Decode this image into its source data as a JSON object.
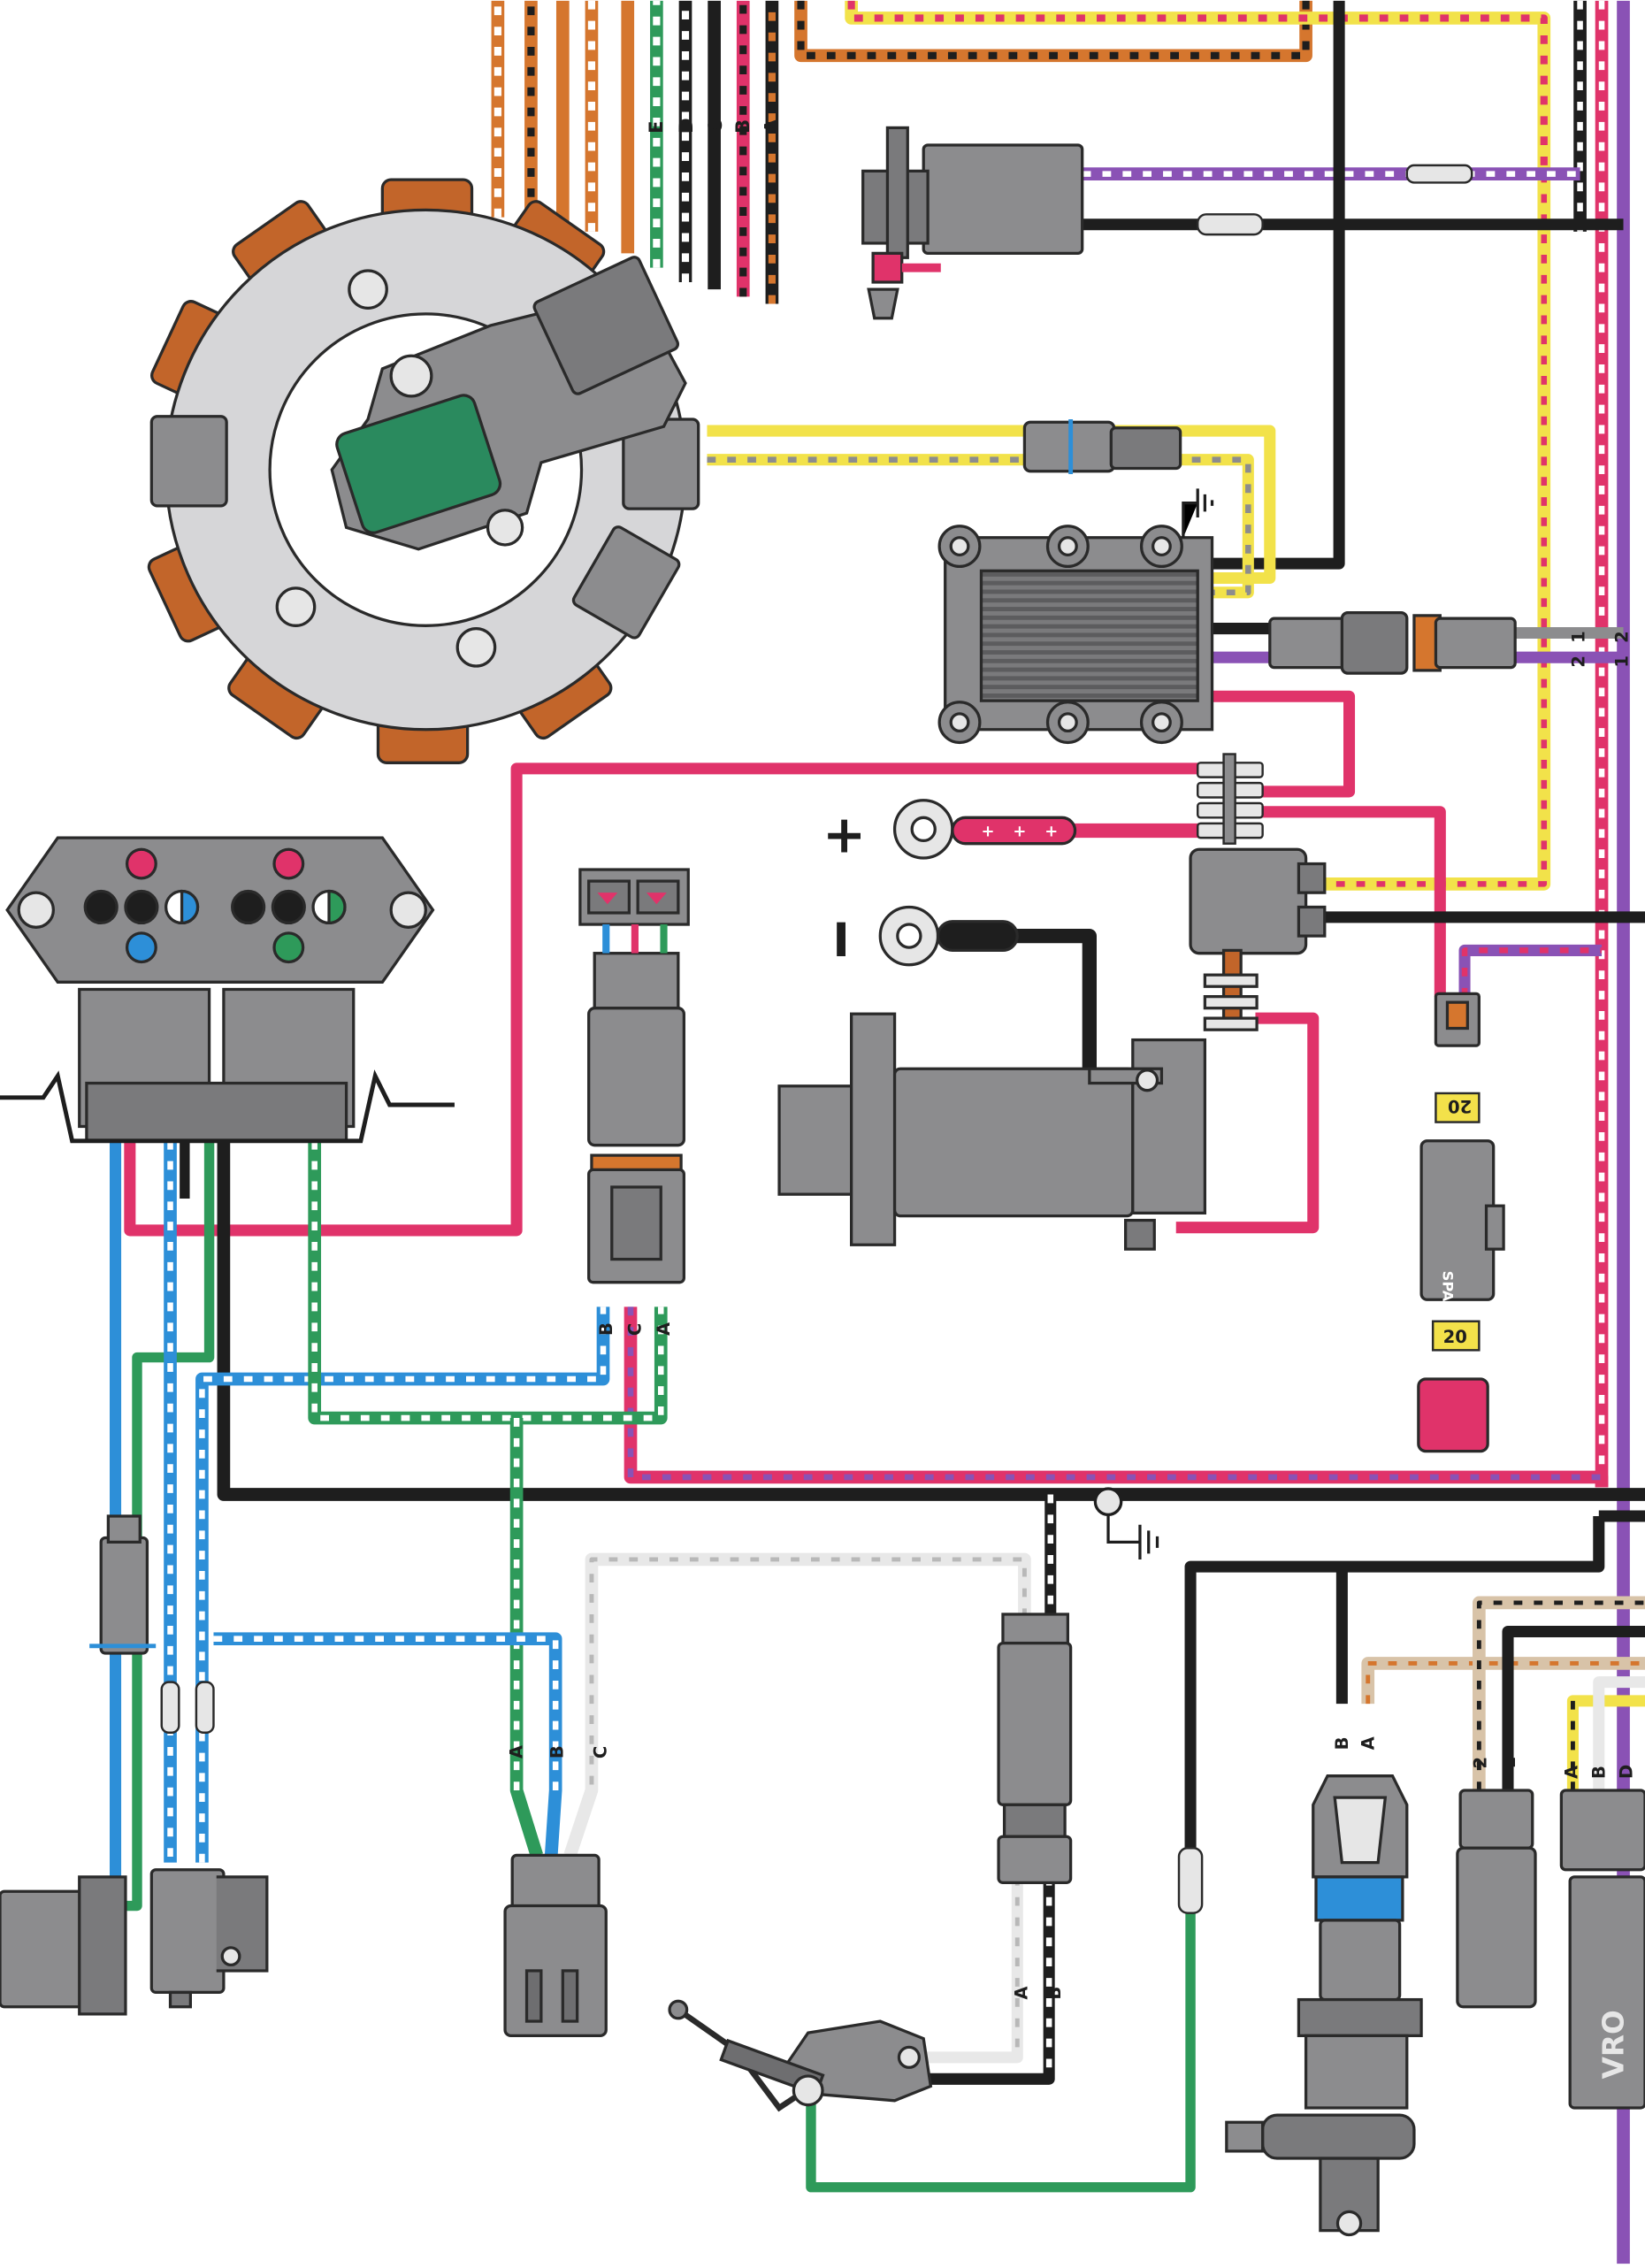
{
  "colors": {
    "paper": "#ffffff",
    "component_gray": "#8c8c8e",
    "component_dark": "#6e6e70",
    "outline": "#2a2a2a",
    "coil_copper": "#c2652a",
    "stator_ring": "#d6d6d8",
    "module_green": "#2a8a5e",
    "wire_black": "#1e1e1e",
    "wire_red": "#e0336a",
    "wire_yellow": "#f2e24a",
    "wire_purple": "#8a52b5",
    "wire_blue": "#2d8fd8",
    "wire_green": "#2e9a5a",
    "wire_orange": "#d5762e",
    "wire_tan": "#d8c3a8",
    "wire_white": "#f4f4f4",
    "fuse_yellow": "#f3e14a"
  },
  "labels": {
    "stator_connector": [
      "E",
      "D",
      "C",
      "B",
      "A"
    ],
    "power_pack_pins": [
      "1",
      "2"
    ],
    "pins_2_1": [
      "2",
      "1"
    ],
    "battery_pos_sign": "+",
    "battery_neg_sign": "I",
    "battery_pos_marks": [
      "+",
      "+",
      "+"
    ],
    "fuse_rating_top": "20",
    "fuse_rating_bottom": "20",
    "spare_label": "SPARE",
    "trim_plug_pins": [
      "B",
      "C",
      "A"
    ],
    "tilt_sender_pins": [
      "A",
      "B",
      "C"
    ],
    "throttle_sensor_pins": [
      "A",
      "B"
    ],
    "temp_sensor_pins": [
      "B",
      "A"
    ],
    "sensor_pins_2_1": [
      "2",
      "1"
    ],
    "vro_pins": [
      "A",
      "B",
      "D"
    ],
    "vro_label": "VRO"
  }
}
